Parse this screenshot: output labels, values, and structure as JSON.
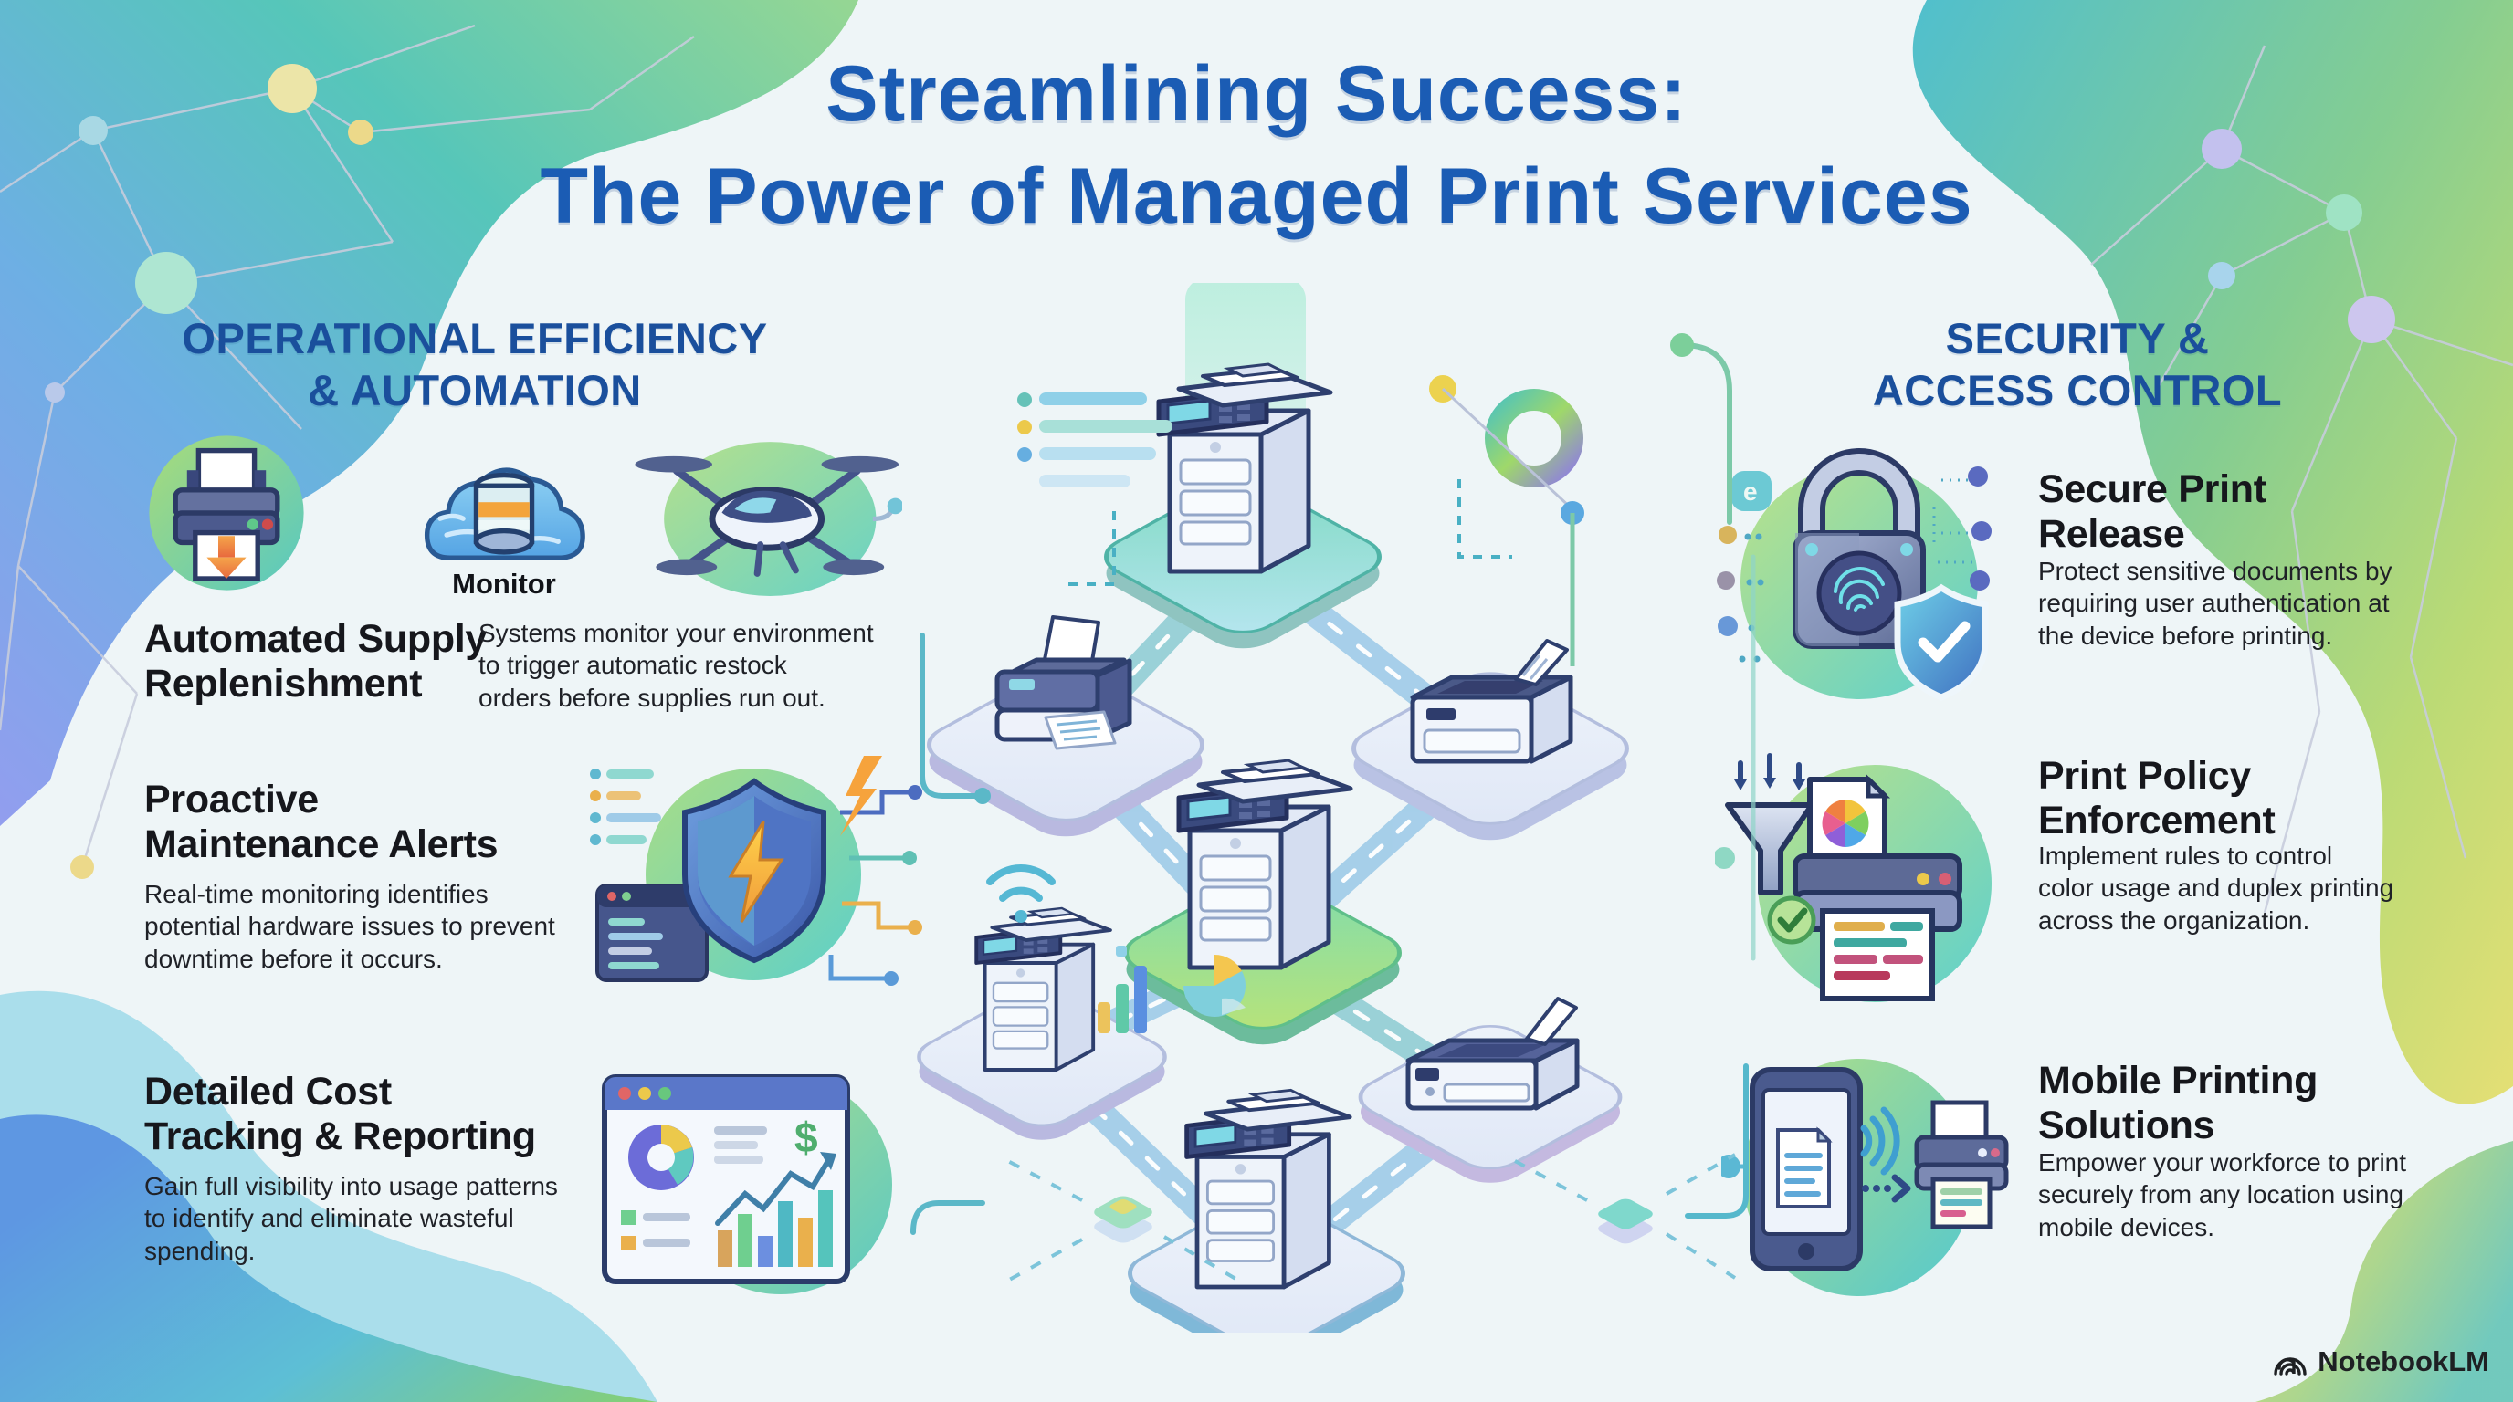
{
  "title": {
    "text": "Streamlining Success:\nThe Power of Managed Print Services"
  },
  "left": {
    "heading": "OPERATIONAL EFFICIENCY\n& AUTOMATION",
    "features": [
      {
        "title": "Automated Supply\nReplenishment",
        "description": "Systems monitor your environment\nto trigger automatic restock\norders before supplies run out.",
        "icon_label": "Monitor",
        "icons": [
          "printer-download-icon",
          "cloud-database-icon",
          "drone-icon"
        ]
      },
      {
        "title": "Proactive\nMaintenance Alerts",
        "description": "Real-time monitoring identifies\npotential hardware issues to prevent\ndowntime before it occurs.",
        "icons": [
          "shield-lightning-icon",
          "terminal-window-icon"
        ]
      },
      {
        "title": "Detailed Cost\nTracking & Reporting",
        "description": "Gain full visibility into usage patterns\nto identify and eliminate wasteful\nspending.",
        "icons": [
          "analytics-dashboard-icon"
        ]
      }
    ]
  },
  "right": {
    "heading": "SECURITY &\nACCESS CONTROL",
    "features": [
      {
        "title": "Secure Print\nRelease",
        "description": "Protect sensitive documents by\nrequiring user authentication at\nthe device before printing.",
        "icons": [
          "padlock-fingerprint-icon",
          "shield-check-icon"
        ]
      },
      {
        "title": "Print Policy\nEnforcement",
        "description": "Implement rules to control\ncolor usage and duplex printing\nacross the organization.",
        "icons": [
          "funnel-icon",
          "color-printer-icon",
          "check-badge-icon"
        ]
      },
      {
        "title": "Mobile Printing\nSolutions",
        "description": "Empower your workforce to print\nsecurely from any location using\nmobile devices.",
        "icons": [
          "smartphone-document-icon",
          "wifi-icon",
          "wireless-printer-icon"
        ]
      }
    ]
  },
  "center_illustration": {
    "description_icons": [
      "mfp-copier-icon",
      "inkjet-printer-icon",
      "laser-printer-icon",
      "flatbed-printer-icon",
      "wifi-icon",
      "network-platform",
      "donut-chart-icon",
      "pie-chart-icon",
      "bar-chart-icon"
    ]
  },
  "watermark": {
    "brand": "NotebookLM",
    "icon": "notebooklm-logo-icon"
  },
  "colors": {
    "background": "#eef5f7",
    "title_blue": "#1b5cb4",
    "heading_blue": "#1a4f9c",
    "text_dark": "#16171c",
    "accent_teal": "#5fc9c0",
    "accent_green": "#a5d977",
    "accent_yellow": "#ecd24f",
    "accent_orange": "#f0913f",
    "navy_outline": "#2e3f6e",
    "band_blue": "#9fcbe8"
  }
}
